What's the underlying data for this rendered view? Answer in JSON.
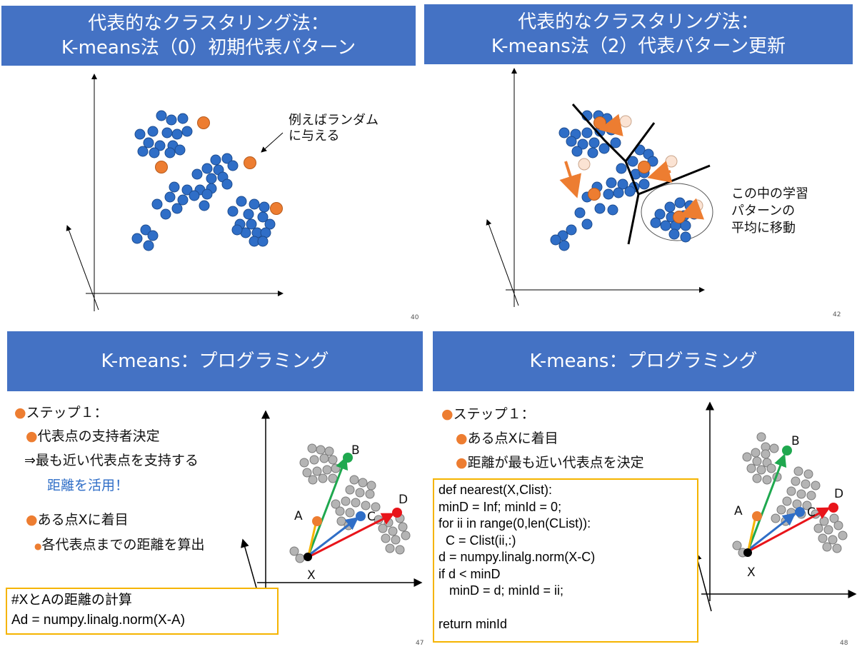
{
  "slides": [
    {
      "title_lines": [
        "代表的なクラスタリング法：",
        "K-means法（0）初期代表パターン"
      ],
      "note_lines": [
        "例えばランダム",
        "に与える"
      ],
      "page": "40"
    },
    {
      "title_lines": [
        "代表的なクラスタリング法：",
        "K-means法（2）代表パターン更新"
      ],
      "note_lines": [
        "この中の学習",
        "パターンの",
        "平均に移動"
      ],
      "page": "42"
    },
    {
      "title": "K-means：プログラミング",
      "bullets": {
        "step": "ステップ１：",
        "b1": "代表点の支持者決定",
        "b2": "⇒最も近い代表点を支持する",
        "b3": "距離を活用！",
        "b4": "ある点Xに着目",
        "b5": "各代表点までの距離を算出"
      },
      "labels": {
        "a": "A",
        "b": "B",
        "c": "C",
        "d": "D",
        "x": "X"
      },
      "code_lines": [
        "#XとAの距離の計算",
        "Ad = numpy.linalg.norm(X-A)"
      ],
      "page": "47"
    },
    {
      "title": "K-means：プログラミング",
      "bullets": {
        "step": "ステップ１：",
        "b1": "ある点Xに着目",
        "b2": "距離が最も近い代表点を決定"
      },
      "labels": {
        "a": "A",
        "b": "B",
        "c": "C",
        "d": "D",
        "x": "X"
      },
      "code_lines": [
        "def nearest(X,Clist):",
        "minD = Inf; minId = 0;",
        "for ii in range(0,len(CList)):",
        "  C = Clist(ii,:)",
        "d = numpy.linalg.norm(X-C)",
        "if d < minD",
        "   minD = d; minId = ii;",
        "",
        "return minId"
      ],
      "page": "48"
    }
  ],
  "colors": {
    "header": "#4472c4",
    "point_blue": "#2f6ec7",
    "point_orange": "#ed7d31",
    "point_gray": "#b4b4b4",
    "code_border": "#f5b400"
  }
}
